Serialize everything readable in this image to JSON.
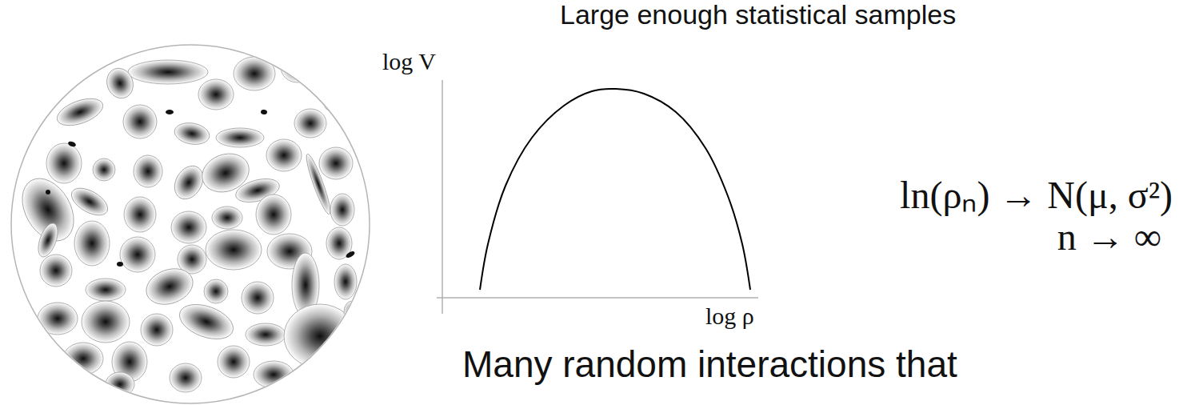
{
  "diagram": {
    "labels": [
      "Large enough statistical samples",
      "log V",
      "log ρ",
      "ln(ρₙ) → N(μ, σ²)",
      "n → ∞",
      "Many random interactions that"
    ]
  }
}
